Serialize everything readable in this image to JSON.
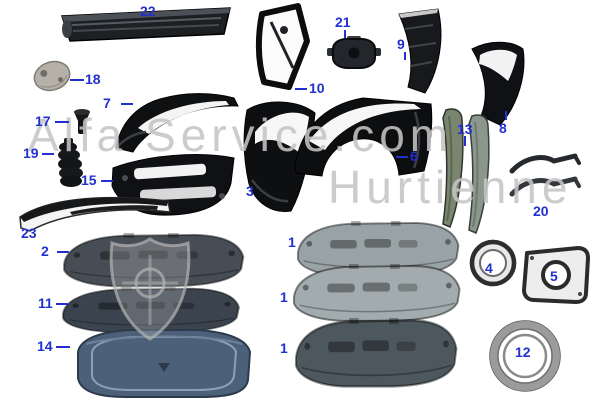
{
  "colors": {
    "label": "#2230cf",
    "watermark": "#c5c5c5"
  },
  "watermark": {
    "line1": "Alfa Service.com",
    "line2": "Hurtienne"
  },
  "labels": [
    {
      "id": "22"
    },
    {
      "id": "21"
    },
    {
      "id": "9"
    },
    {
      "id": "18"
    },
    {
      "id": "10"
    },
    {
      "id": "7"
    },
    {
      "id": "8"
    },
    {
      "id": "17"
    },
    {
      "id": "13"
    },
    {
      "id": "19"
    },
    {
      "id": "6"
    },
    {
      "id": "15"
    },
    {
      "id": "3"
    },
    {
      "id": "20"
    },
    {
      "id": "23"
    },
    {
      "id": "2"
    },
    {
      "id": "1"
    },
    {
      "id": "4"
    },
    {
      "id": "5"
    },
    {
      "id": "1"
    },
    {
      "id": "11"
    },
    {
      "id": "1"
    },
    {
      "id": "14"
    },
    {
      "id": "12"
    }
  ]
}
